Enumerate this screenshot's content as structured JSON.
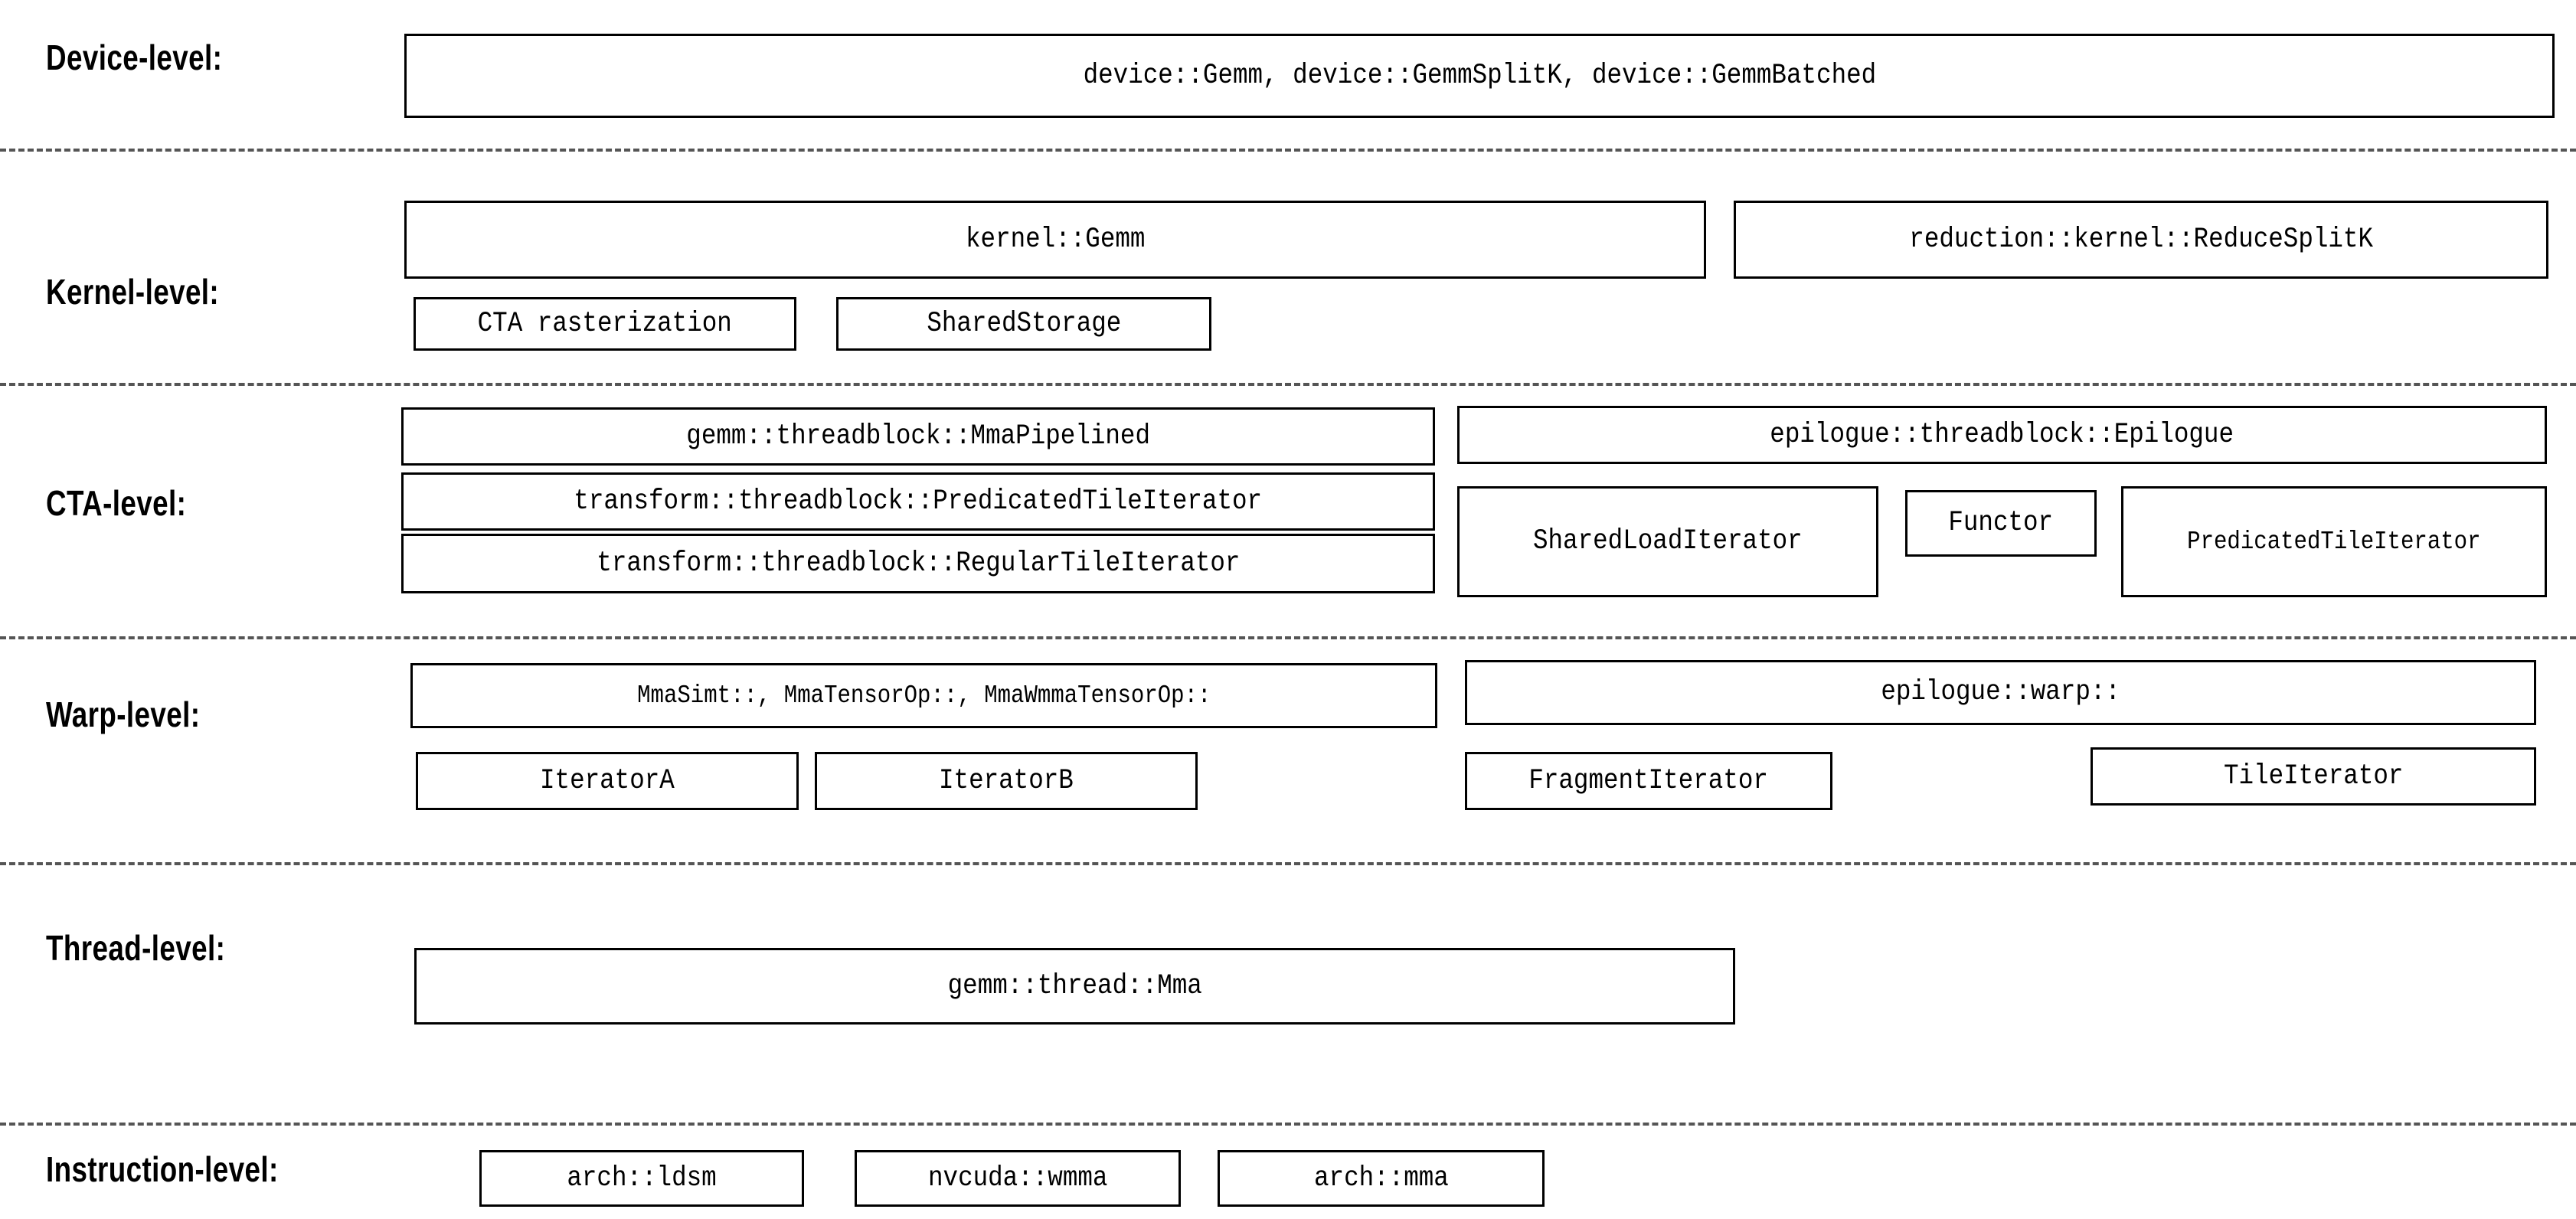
{
  "diagram": {
    "title": "CUTLASS GEMM hierarchy levels",
    "background_color": "#ffffff",
    "line_color": "#000000",
    "divider_color": "#555555"
  },
  "levels": [
    {
      "label": "Device-level:",
      "boxes": [
        {
          "text": "device::Gemm, device::GemmSplitK, device::GemmBatched"
        }
      ]
    },
    {
      "label": "Kernel-level:",
      "boxes": [
        {
          "text": "kernel::Gemm"
        },
        {
          "text": "reduction::kernel::ReduceSplitK"
        },
        {
          "text": "CTA rasterization"
        },
        {
          "text": "SharedStorage"
        }
      ]
    },
    {
      "label": "CTA-level:",
      "boxes": [
        {
          "text": "gemm::threadblock::MmaPipelined"
        },
        {
          "text": "epilogue::threadblock::Epilogue"
        },
        {
          "text": "transform::threadblock::PredicatedTileIterator"
        },
        {
          "text": "SharedLoadIterator"
        },
        {
          "text": "Functor"
        },
        {
          "text": "PredicatedTileIterator"
        },
        {
          "text": "transform::threadblock::RegularTileIterator"
        }
      ]
    },
    {
      "label": "Warp-level:",
      "boxes": [
        {
          "text": "MmaSimt::, MmaTensorOp::, MmaWmmaTensorOp::"
        },
        {
          "text": "epilogue::warp::"
        },
        {
          "text": "IteratorA"
        },
        {
          "text": "IteratorB"
        },
        {
          "text": "FragmentIterator"
        },
        {
          "text": "TileIterator"
        }
      ]
    },
    {
      "label": "Thread-level:",
      "boxes": [
        {
          "text": "gemm::thread::Mma"
        }
      ]
    },
    {
      "label": "Instruction-level:",
      "boxes": [
        {
          "text": "arch::ldsm"
        },
        {
          "text": "nvcuda::wmma"
        },
        {
          "text": "arch::mma"
        }
      ]
    }
  ]
}
